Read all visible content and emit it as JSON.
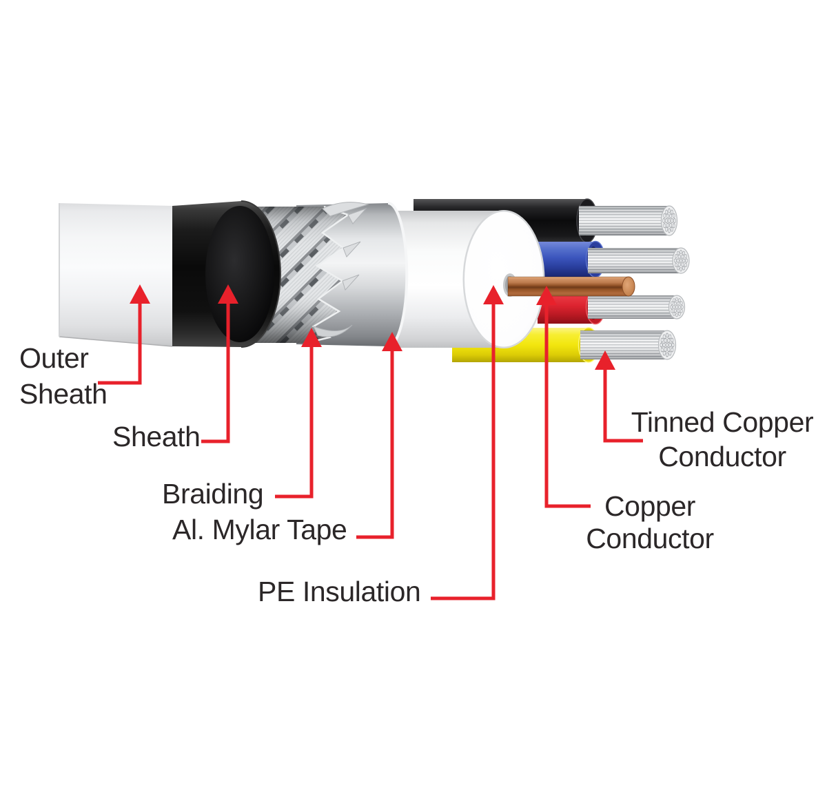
{
  "diagram": {
    "labels": {
      "outer_sheath": {
        "lines": [
          "Outer",
          "Sheath"
        ]
      },
      "sheath": {
        "lines": [
          "Sheath"
        ]
      },
      "braiding": {
        "lines": [
          "Braiding"
        ]
      },
      "al_mylar_tape": {
        "lines": [
          "Al. Mylar Tape"
        ]
      },
      "pe_insulation": {
        "lines": [
          "PE Insulation"
        ]
      },
      "copper_conductor": {
        "lines": [
          "Copper",
          "Conductor"
        ]
      },
      "tinned_copper_conductor": {
        "lines": [
          "Tinned Copper",
          "Conductor"
        ]
      }
    },
    "colors": {
      "background": "#ffffff",
      "callout_red": "#e8212b",
      "label_text": "#2b2728",
      "outer_sheath_white": "#f6f7f8",
      "sheath_black": "#0d0d0d",
      "braiding_silver": "#dfe1e3",
      "mylar_silver": "#d9dbdd",
      "pe_white": "#fdfdfe",
      "wire_black": "#141414",
      "wire_blue": "#3b55bd",
      "wire_red": "#dd2430",
      "wire_yellow": "#f2e60e",
      "copper": "#b5714a",
      "tinned_strand_silver": "#d6d8da"
    }
  }
}
